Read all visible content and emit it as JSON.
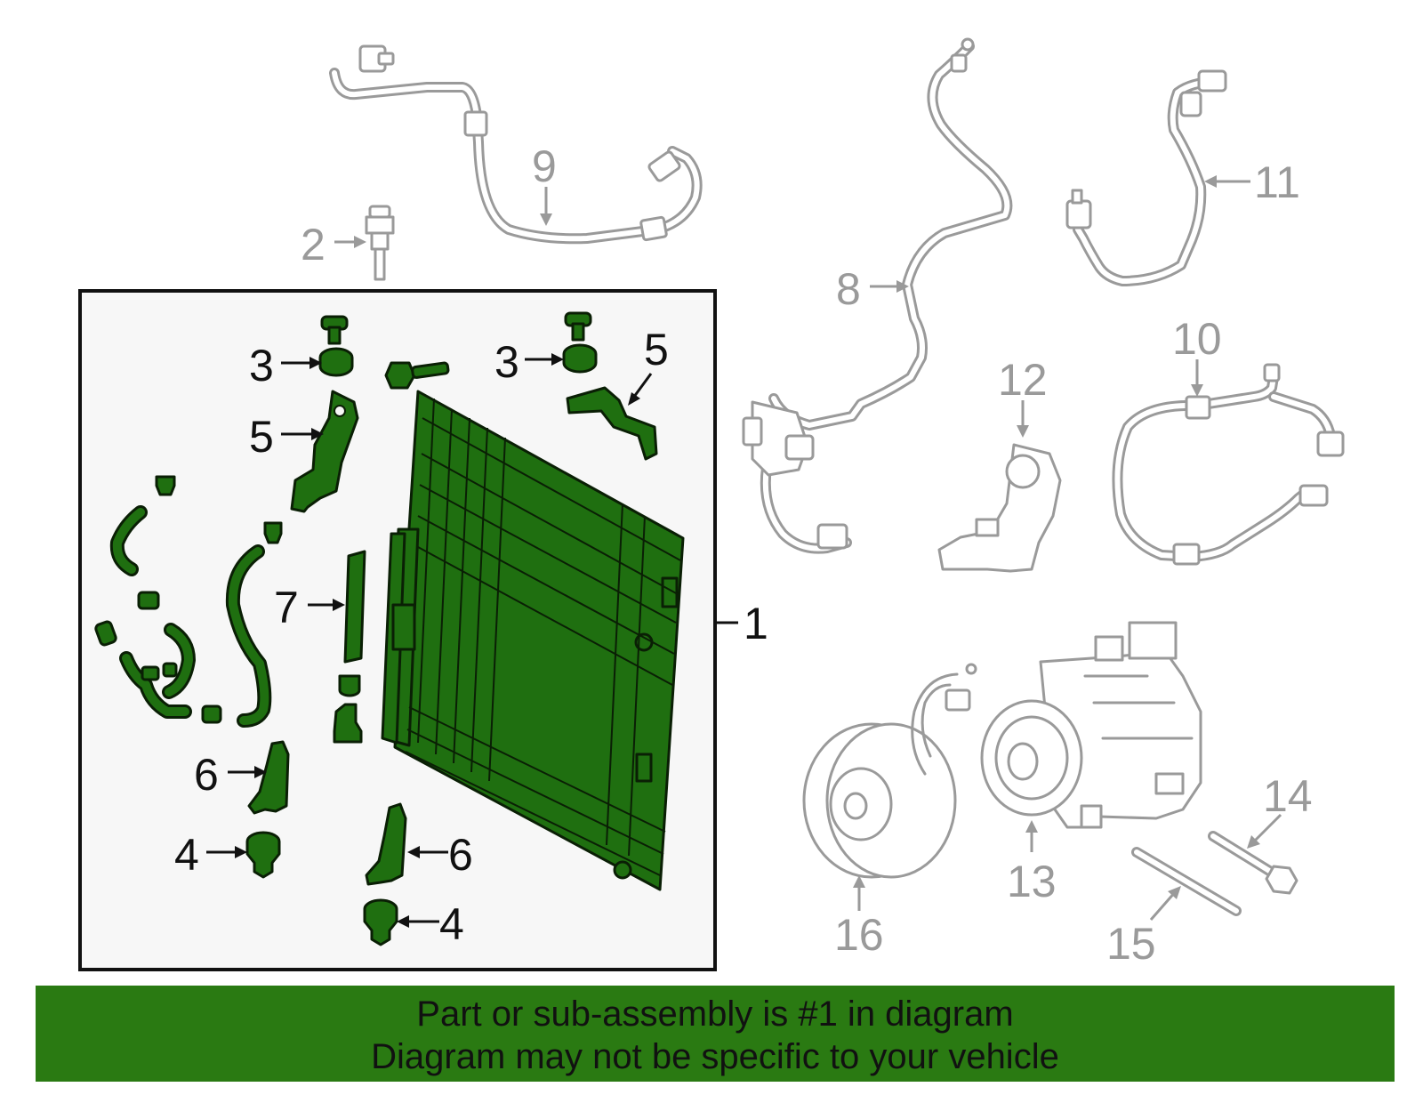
{
  "colors": {
    "highlight_green": "#1f6f10",
    "banner_green": "#2a7a12",
    "outline_grey": "#9a9a9a",
    "box_background": "#f7f7f7"
  },
  "callouts": {
    "c1": "1",
    "c2": "2",
    "c3a": "3",
    "c3b": "3",
    "c4a": "4",
    "c4b": "4",
    "c5a": "5",
    "c5b": "5",
    "c6a": "6",
    "c6b": "6",
    "c7": "7",
    "c8": "8",
    "c9": "9",
    "c10": "10",
    "c11": "11",
    "c12": "12",
    "c13": "13",
    "c14": "14",
    "c15": "15",
    "c16": "16"
  },
  "banner": {
    "line1": "Part or sub-assembly is #1 in diagram",
    "line2": "Diagram may not be specific to your vehicle"
  }
}
